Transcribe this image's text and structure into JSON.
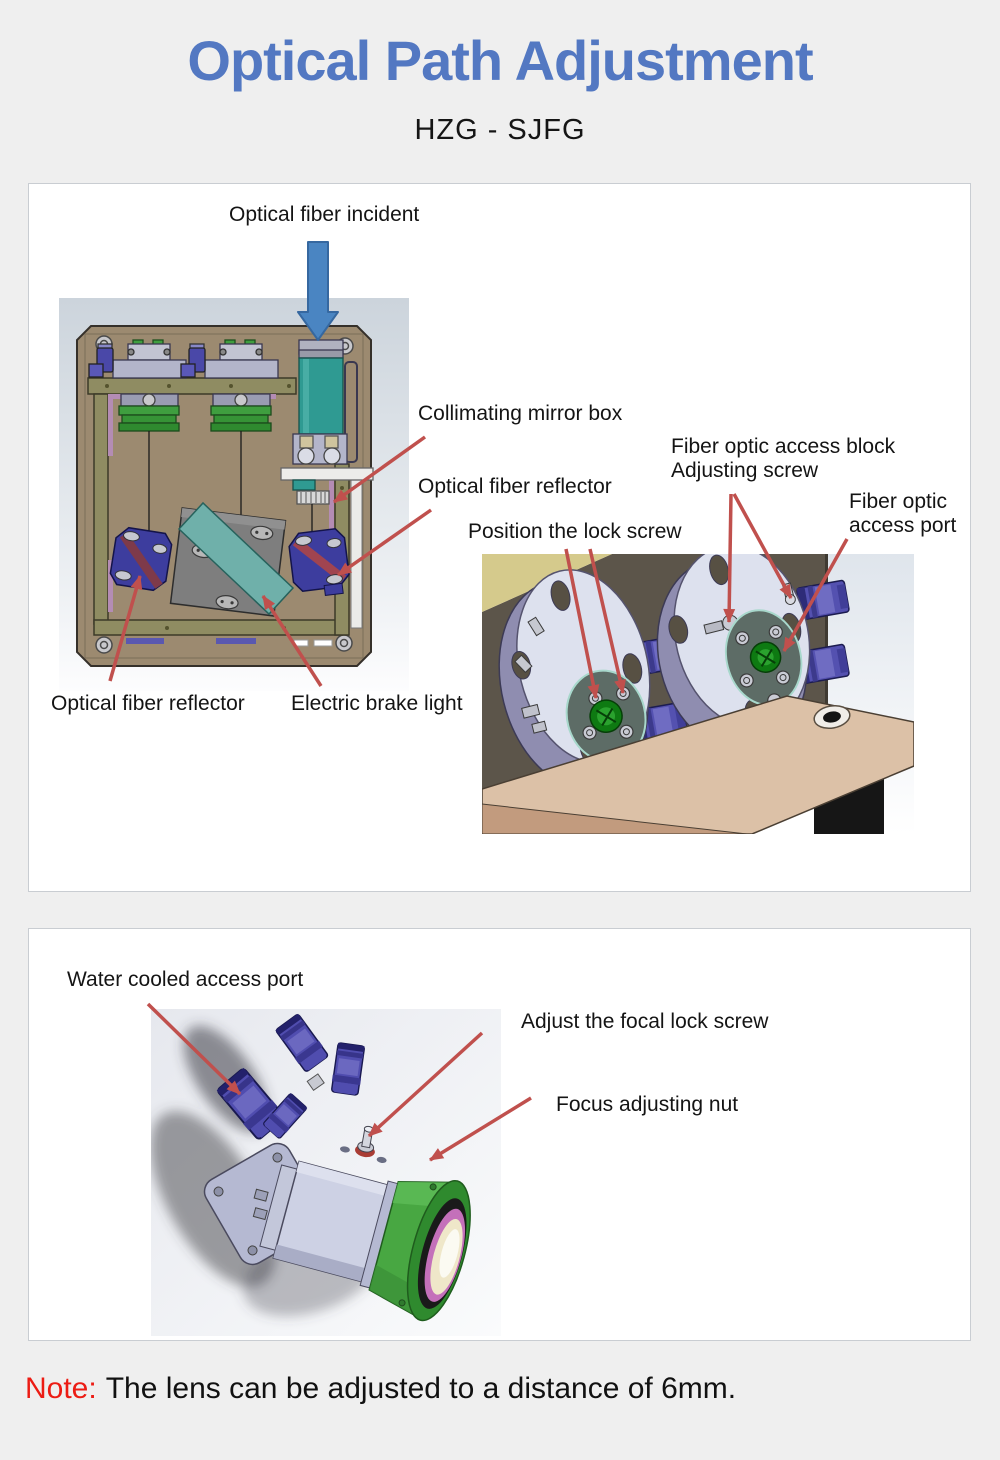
{
  "header": {
    "title": "Optical Path Adjustment",
    "subtitle": "HZG - SJFG"
  },
  "panel1": {
    "labels": {
      "optical_fiber_incident": "Optical fiber incident",
      "collimating_mirror_box": "Collimating mirror box",
      "optical_fiber_reflector_right": "Optical fiber reflector",
      "fiber_optic_access_block_line1": "Fiber optic access block",
      "fiber_optic_access_block_line2": "Adjusting screw",
      "position_lock_screw": "Position the lock screw",
      "fiber_optic_access_port_line1": "Fiber optic",
      "fiber_optic_access_port_line2": "access port",
      "optical_fiber_reflector_left": "Optical fiber reflector",
      "electric_brake_light": "Electric brake light"
    }
  },
  "panel2": {
    "labels": {
      "water_cooled_access_port": "Water cooled access port",
      "adjust_focal_lock_screw": "Adjust the focal lock screw",
      "focus_adjusting_nut": "Focus adjusting nut"
    }
  },
  "note": {
    "label": "Note:",
    "text": "The lens can be adjusted to a distance of 6mm."
  },
  "colors": {
    "title_blue": "#5378c2",
    "note_red": "#ec1c14",
    "annotation_arrow_red": "#c0504d",
    "incident_arrow_blue": "#4a85c2",
    "panel_border": "#c9cdd2",
    "page_background": "#efefef"
  }
}
